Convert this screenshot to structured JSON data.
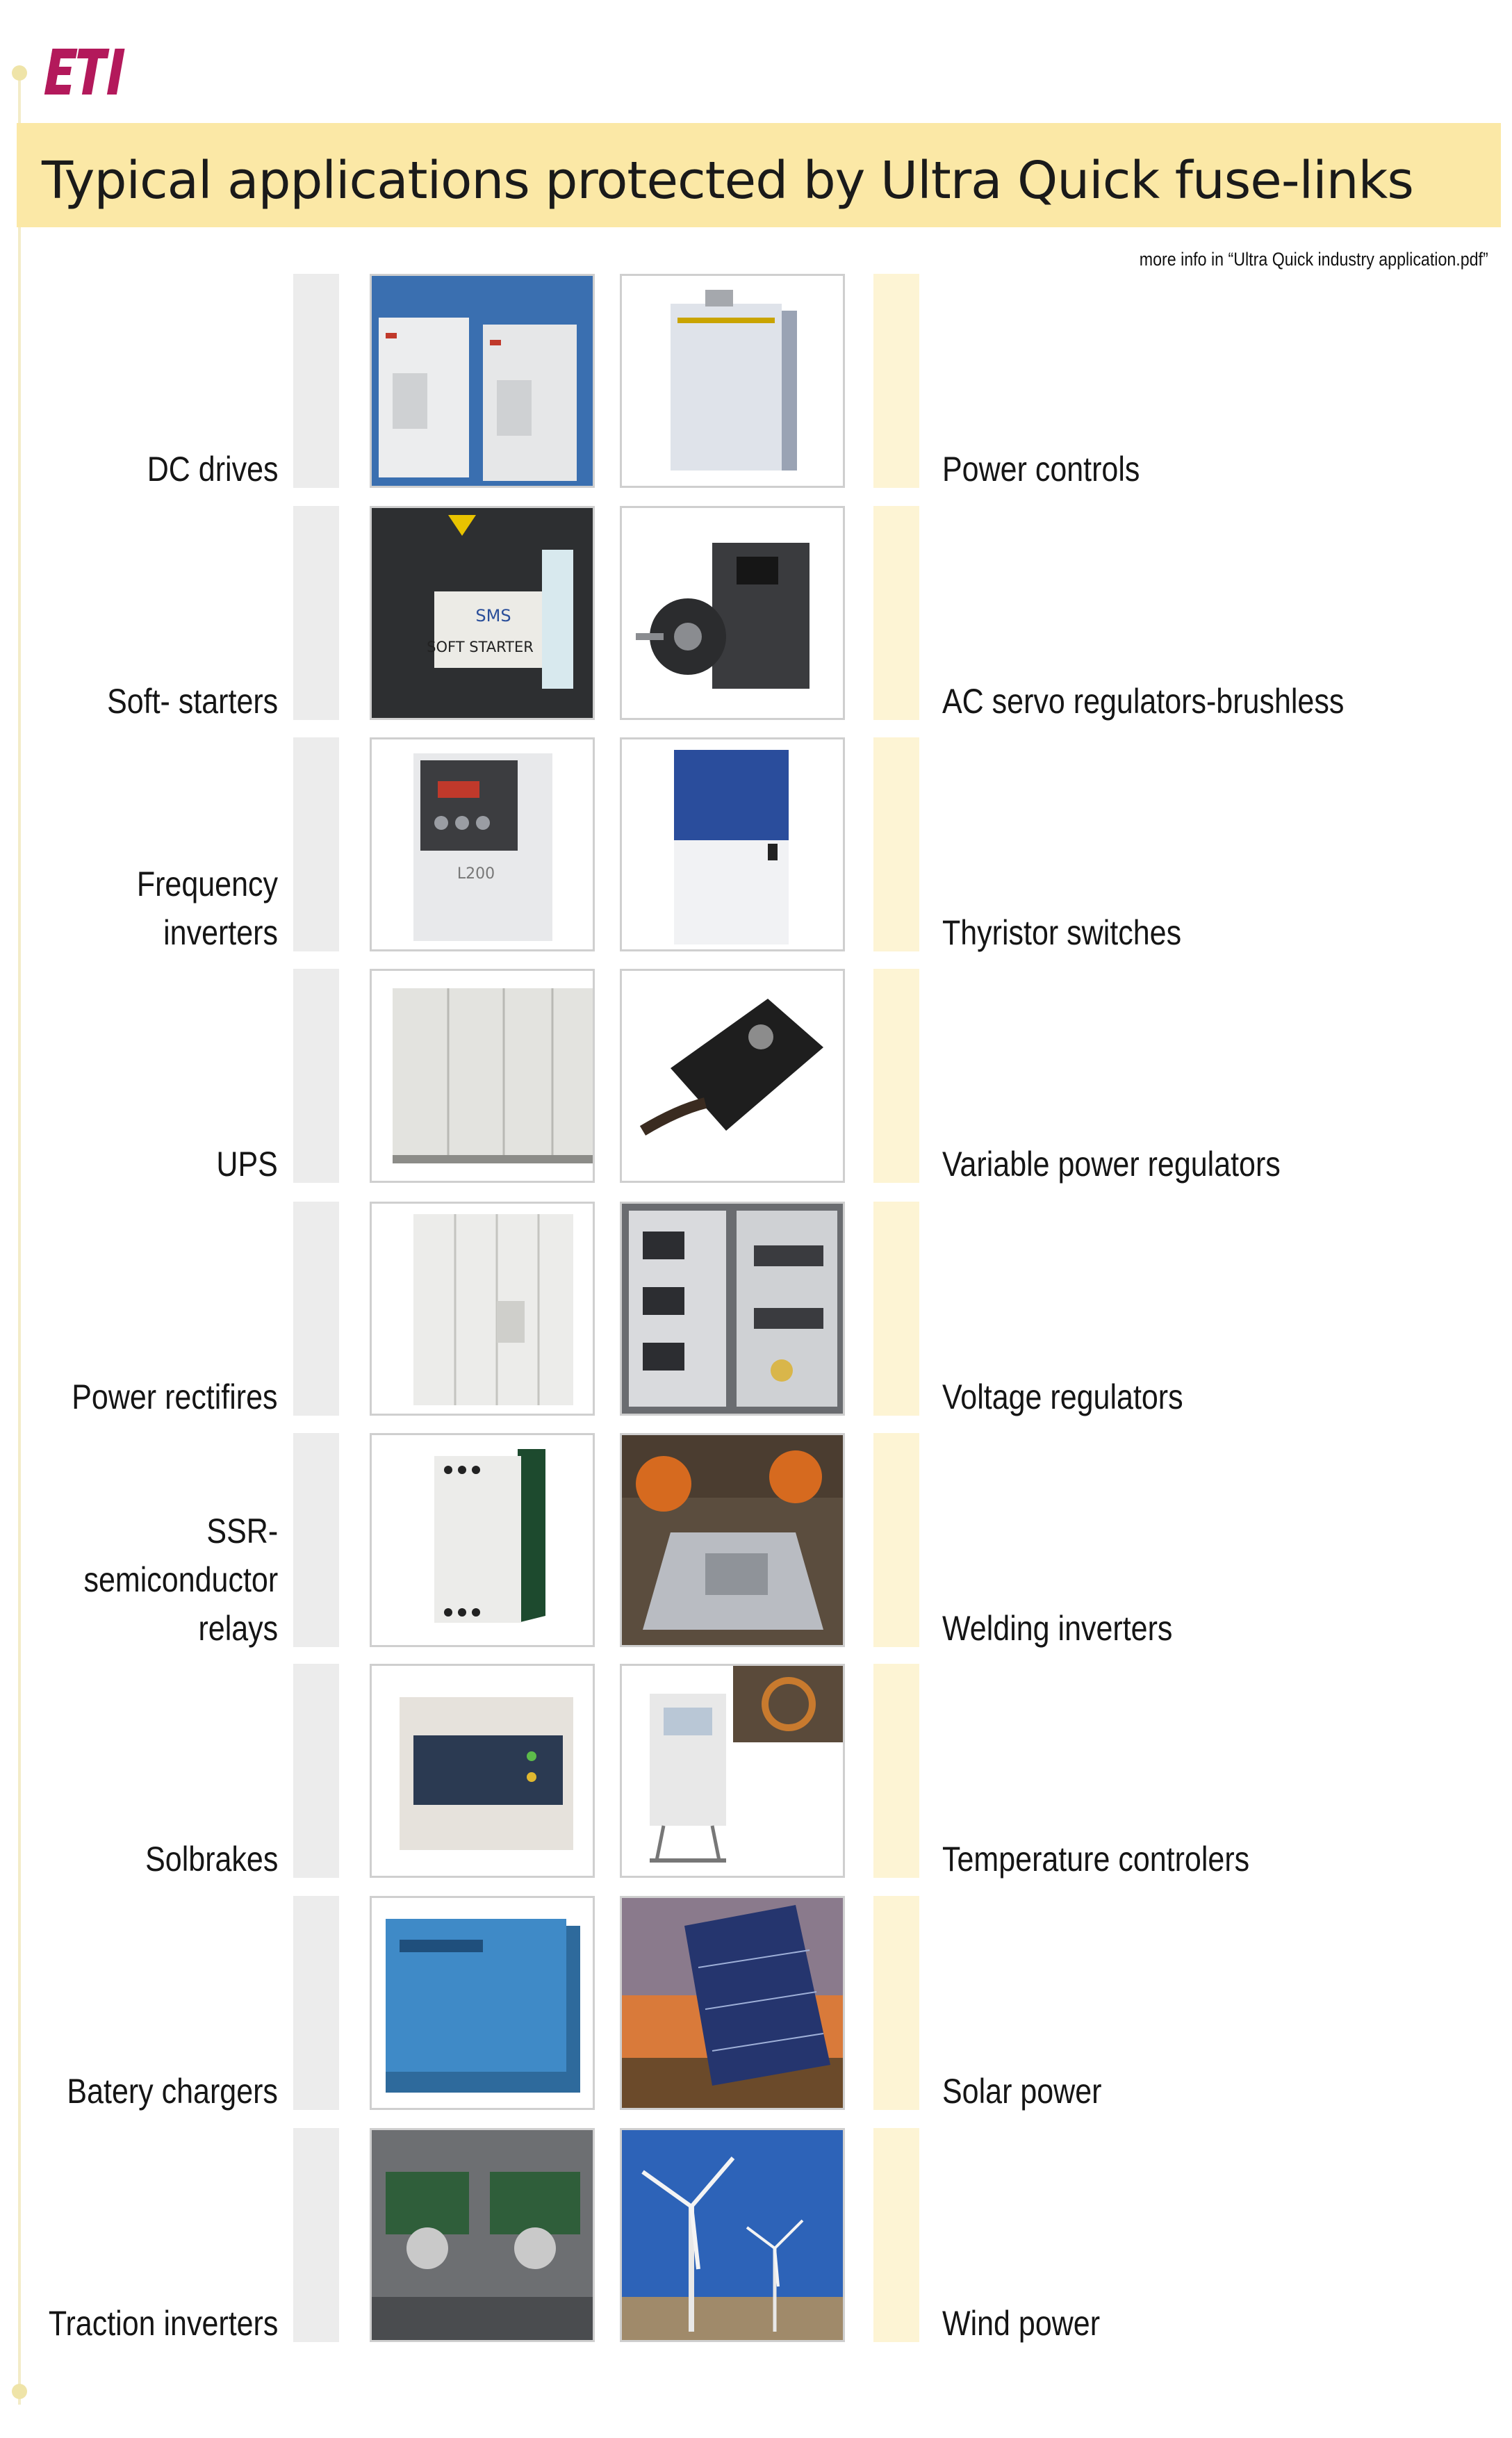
{
  "logo_text": "ETI",
  "title": "Typical applications protected by Ultra Quick fuse-links",
  "more_info": "more info in “Ultra Quick industry application.pdf”",
  "rows": [
    {
      "left": "DC drives",
      "right": "Power controls"
    },
    {
      "left": "Soft- starters",
      "right": "AC servo regulators-brushless",
      "photo_text": "SOFT STARTER",
      "photo_brand": "SMS"
    },
    {
      "left": "Frequency inverters",
      "right": "Thyristor switches",
      "photo_text": "L200"
    },
    {
      "left": "UPS",
      "right": "Variable power regulators"
    },
    {
      "left": "Power rectifires",
      "right": "Voltage regulators"
    },
    {
      "left_lines": [
        "SSR-",
        "semiconductor",
        "relays"
      ],
      "right": "Welding inverters"
    },
    {
      "left": "Solbrakes",
      "right": "Temperature controlers"
    },
    {
      "left": "Batery chargers",
      "right": "Solar power"
    },
    {
      "left": "Traction inverters",
      "right": "Wind power"
    }
  ],
  "colors": {
    "title_band": "#fbe8a6",
    "brand": "#b3195b",
    "gray_bar": "#ececec",
    "yellow_bar": "#fdf4d4"
  }
}
